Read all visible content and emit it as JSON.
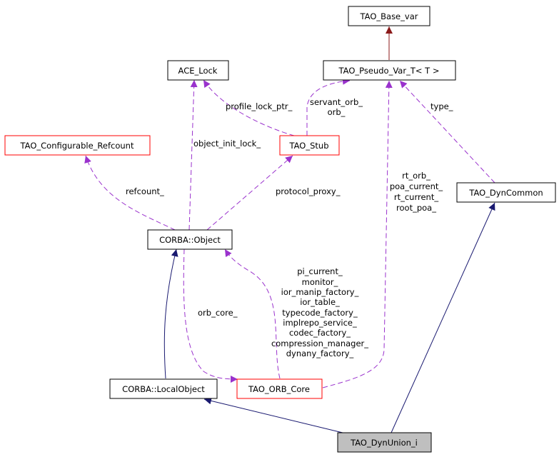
{
  "colors": {
    "dependency": "#9a32cd",
    "inheritance": "#191970",
    "inheritance_template": "#8b1a1a",
    "documented_border": "#000000",
    "undocumented_border": "#ff0000",
    "focus_fill": "#bfbfbf"
  },
  "nodes": {
    "tao_base_var": "TAO_Base_var",
    "ace_lock": "ACE_Lock",
    "tao_pseudo_var_t": "TAO_Pseudo_Var_T< T >",
    "tao_configurable_refcount": "TAO_Configurable_Refcount",
    "tao_stub": "TAO_Stub",
    "tao_dyncommon": "TAO_DynCommon",
    "corba_object": "CORBA::Object",
    "corba_localobject": "CORBA::LocalObject",
    "tao_orb_core": "TAO_ORB_Core",
    "tao_dynunion_i": "TAO_DynUnion_i"
  },
  "edge_labels": {
    "profile_lock_ptr": "profile_lock_ptr_",
    "servant_orb": [
      "servant_orb_",
      "orb_"
    ],
    "type": "type_",
    "object_init_lock": "object_init_lock_",
    "refcount": "refcount_",
    "protocol_proxy": "protocol_proxy_",
    "orb_refs": [
      "rt_orb_",
      "poa_current_",
      "rt_current_",
      "root_poa_"
    ],
    "orb_core": "orb_core_",
    "core_members": [
      "pi_current_",
      "monitor_",
      "ior_manip_factory_",
      "ior_table_",
      "typecode_factory_",
      "implrepo_service_",
      "codec_factory_",
      "compression_manager_",
      "dynany_factory_"
    ]
  }
}
